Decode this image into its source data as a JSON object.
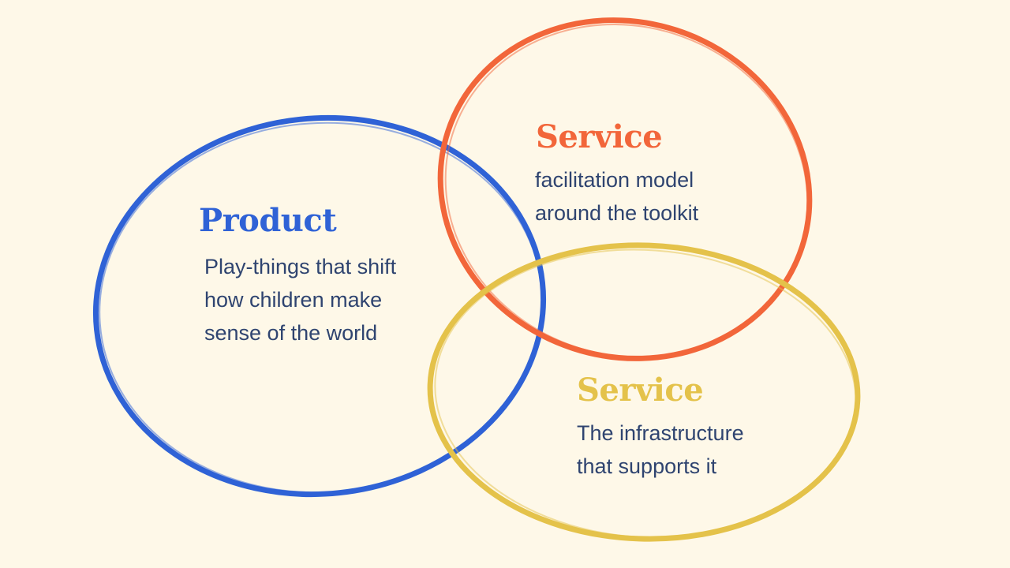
{
  "colors": {
    "background": "#fef8e8",
    "product": "#2f62d6",
    "service_orange": "#f2663a",
    "service_yellow": "#e4c24a",
    "body_text": "#2f4470"
  },
  "product": {
    "title": "Product",
    "lines": [
      "Play-things that shift",
      "how children make",
      "sense of the world"
    ]
  },
  "service_top": {
    "title": "Service",
    "lines": [
      "facilitation model",
      "around the toolkit"
    ]
  },
  "service_bottom": {
    "title": "Service",
    "lines": [
      "The infrastructure",
      "that supports it"
    ]
  }
}
